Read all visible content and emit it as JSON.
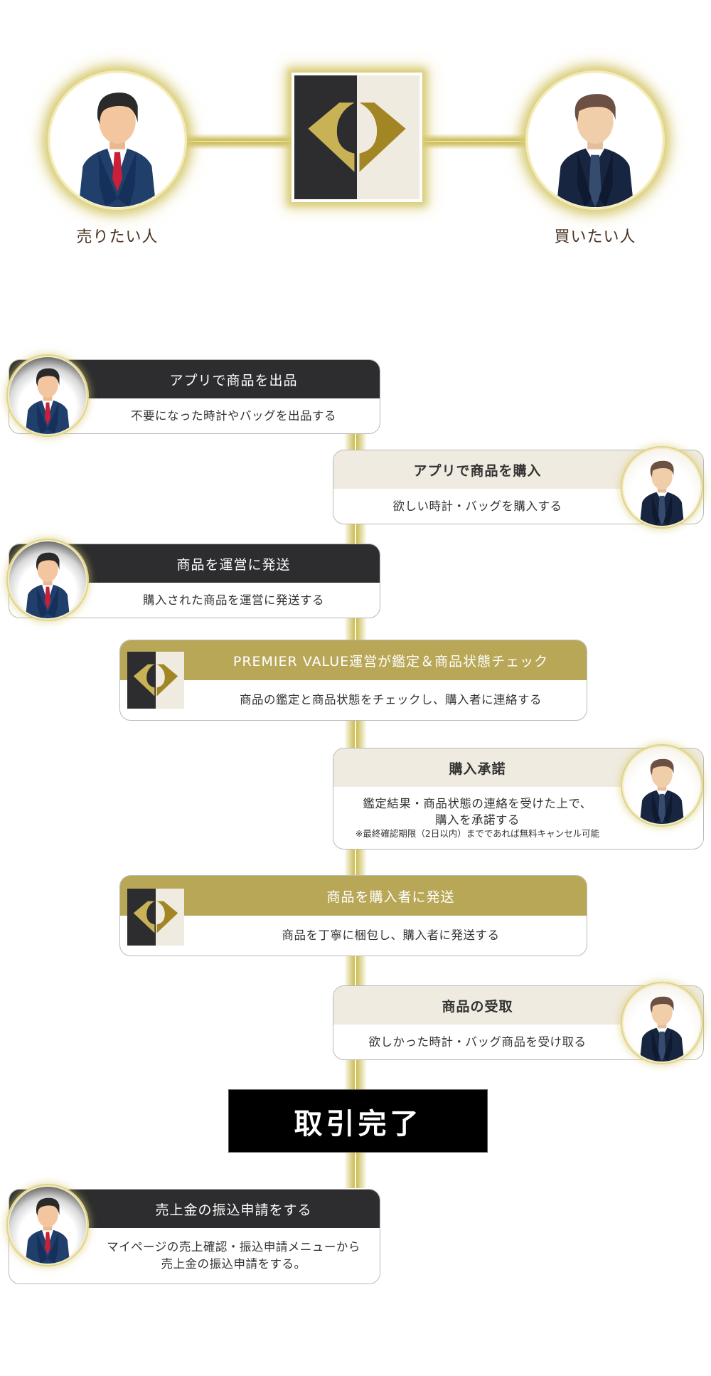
{
  "overview": {
    "seller_label": "売りたい人",
    "buyer_label": "買いたい人",
    "center_logo": "premier-value-logo"
  },
  "colors": {
    "dark": "#2d2d2f",
    "gold": "#b9a758",
    "gold_glow": "#d2c46a",
    "light_beige": "#f0ebe0",
    "complete_bg": "#000000"
  },
  "steps": [
    {
      "actor": "seller",
      "title": "アプリで商品を出品",
      "desc": [
        "不要になった時計やバッグを出品する"
      ]
    },
    {
      "actor": "buyer",
      "title": "アプリで商品を購入",
      "desc": [
        "欲しい時計・バッグを購入する"
      ]
    },
    {
      "actor": "seller",
      "title": "商品を運営に発送",
      "desc": [
        "購入された商品を運営に発送する"
      ]
    },
    {
      "actor": "operator",
      "title": "PREMIER VALUE運営が鑑定＆商品状態チェック",
      "desc": [
        "商品の鑑定と商品状態をチェックし、購入者に連絡する"
      ]
    },
    {
      "actor": "buyer",
      "title": "購入承諾",
      "desc": [
        "鑑定結果・商品状態の連絡を受けた上で、",
        "購入を承諾する"
      ],
      "note": "※最終確認期限（2日以内）までであれば無料キャンセル可能"
    },
    {
      "actor": "operator",
      "title": "商品を購入者に発送",
      "desc": [
        "商品を丁寧に梱包し、購入者に発送する"
      ]
    },
    {
      "actor": "buyer",
      "title": "商品の受取",
      "desc": [
        "欲しかった時計・バッグ商品を受け取る"
      ]
    }
  ],
  "complete_label": "取引完了",
  "final_step": {
    "actor": "seller",
    "title": "売上金の振込申請をする",
    "desc": [
      "マイページの売上確認・振込申請メニューから",
      "売上金の振込申請をする。"
    ]
  }
}
